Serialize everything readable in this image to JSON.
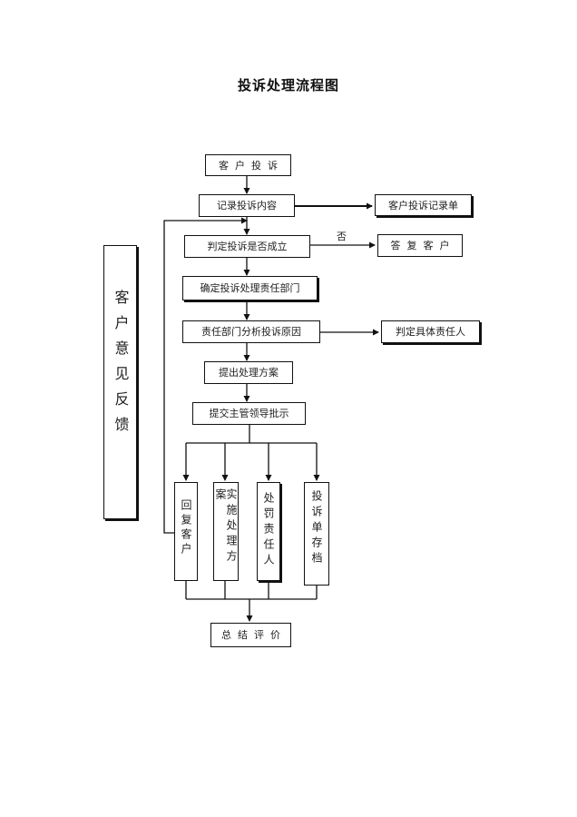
{
  "title": "投诉处理流程图",
  "nodes": {
    "customer_complaint": "客户投诉",
    "record_content": "记录投诉内容",
    "complaint_record_sheet": "客户投诉记录单",
    "judge_valid": "判定投诉是否成立",
    "reply_customer": "答复客户",
    "confirm_department": "确定投诉处理责任部门",
    "analyze_reason": "责任部门分析投诉原因",
    "determine_person": "判定具体责任人",
    "propose_plan": "提出处理方案",
    "submit_leader": "提交主管领导批示",
    "reply_back": "回复客户",
    "implement_plan": "实施处理方案",
    "punish_person": "处罚责任人",
    "file_archive": "投诉单存档",
    "summary": "总结评价"
  },
  "edge_labels": {
    "no": "否"
  },
  "feedback_label": "客户意见反馈"
}
